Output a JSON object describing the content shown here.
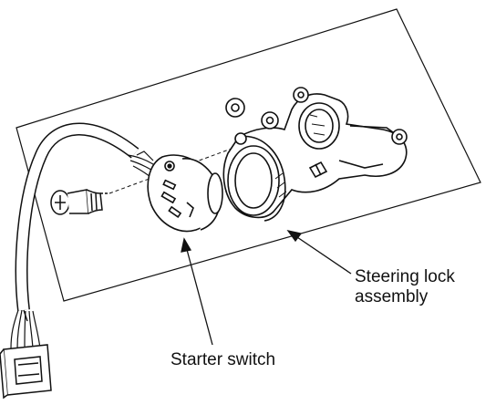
{
  "labels": {
    "steering_lock_line1": "Steering lock",
    "steering_lock_line2": "assembly",
    "starter_switch": "Starter switch"
  },
  "components": [
    {
      "name": "wire-harness-connector",
      "kind": "connector"
    },
    {
      "name": "screw",
      "kind": "fastener"
    },
    {
      "name": "starter-switch",
      "kind": "switch"
    },
    {
      "name": "steering-lock-assembly",
      "kind": "housing"
    }
  ],
  "colors": {
    "ink": "#111111",
    "background": "#ffffff"
  }
}
